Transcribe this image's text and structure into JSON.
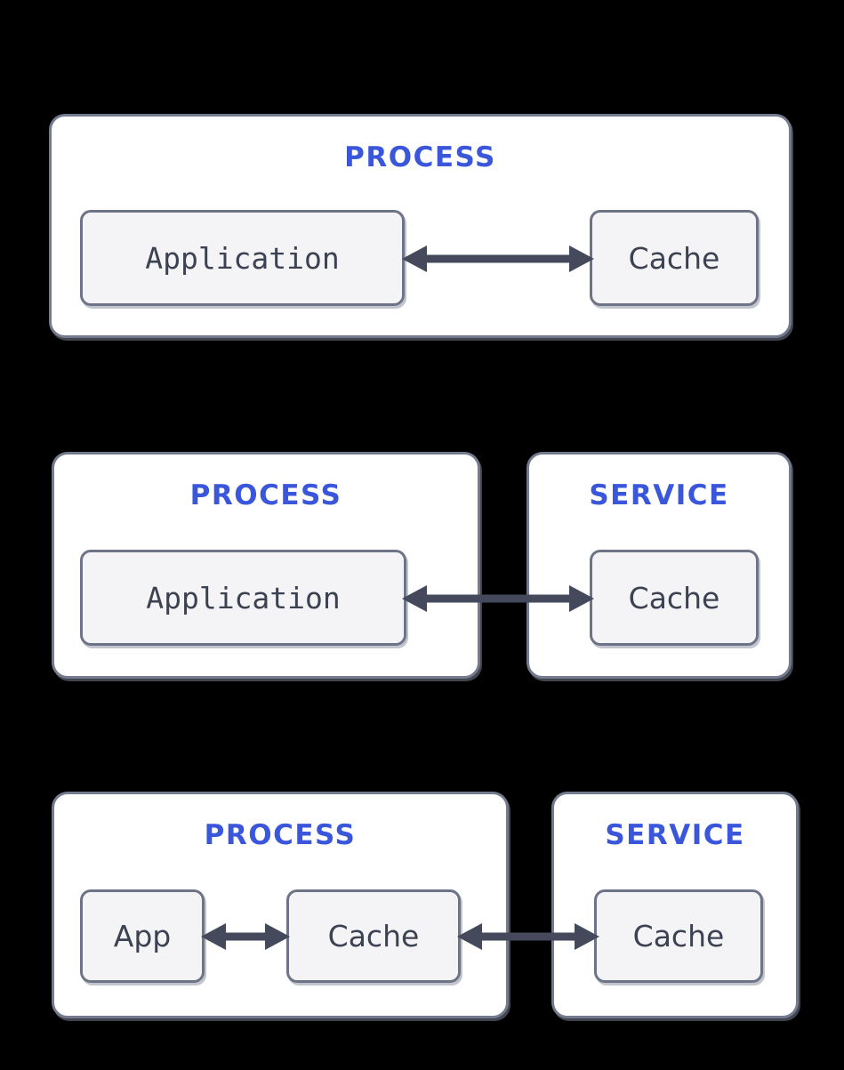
{
  "page": {
    "background_color": "#000000",
    "accent_color": "#3a57db",
    "border_color": "#757b8e",
    "node_fill": "#f4f4f6",
    "node_border": "#6e7487",
    "arrow_color": "#444a5c",
    "zone_fill": "#ffffff",
    "text_color": "#3d4252"
  },
  "diagrams": [
    {
      "id": "inline-cache",
      "zones": [
        {
          "id": "process-1",
          "title": "PROCESS"
        }
      ],
      "nodes": [
        {
          "id": "app-1",
          "label": "Application",
          "font": "mono"
        },
        {
          "id": "cache-1",
          "label": "Cache",
          "font": "sans"
        }
      ],
      "arrows": [
        {
          "id": "arrow-app-cache-1",
          "from": "app-1",
          "to": "cache-1",
          "direction": "bidirectional"
        }
      ]
    },
    {
      "id": "remote-cache",
      "zones": [
        {
          "id": "process-2",
          "title": "PROCESS"
        },
        {
          "id": "service-2",
          "title": "SERVICE"
        }
      ],
      "nodes": [
        {
          "id": "app-2",
          "label": "Application",
          "font": "mono"
        },
        {
          "id": "cache-2",
          "label": "Cache",
          "font": "sans"
        }
      ],
      "arrows": [
        {
          "id": "arrow-app-cache-2",
          "from": "app-2",
          "to": "cache-2",
          "direction": "bidirectional"
        }
      ]
    },
    {
      "id": "near-cache",
      "zones": [
        {
          "id": "process-3",
          "title": "PROCESS"
        },
        {
          "id": "service-3",
          "title": "SERVICE"
        }
      ],
      "nodes": [
        {
          "id": "app-3",
          "label": "App",
          "font": "sans"
        },
        {
          "id": "local-cache-3",
          "label": "Cache",
          "font": "sans"
        },
        {
          "id": "remote-cache-3",
          "label": "Cache",
          "font": "sans"
        }
      ],
      "arrows": [
        {
          "id": "arrow-app-localcache-3",
          "from": "app-3",
          "to": "local-cache-3",
          "direction": "bidirectional"
        },
        {
          "id": "arrow-localcache-remotecache-3",
          "from": "local-cache-3",
          "to": "remote-cache-3",
          "direction": "bidirectional"
        }
      ]
    }
  ]
}
